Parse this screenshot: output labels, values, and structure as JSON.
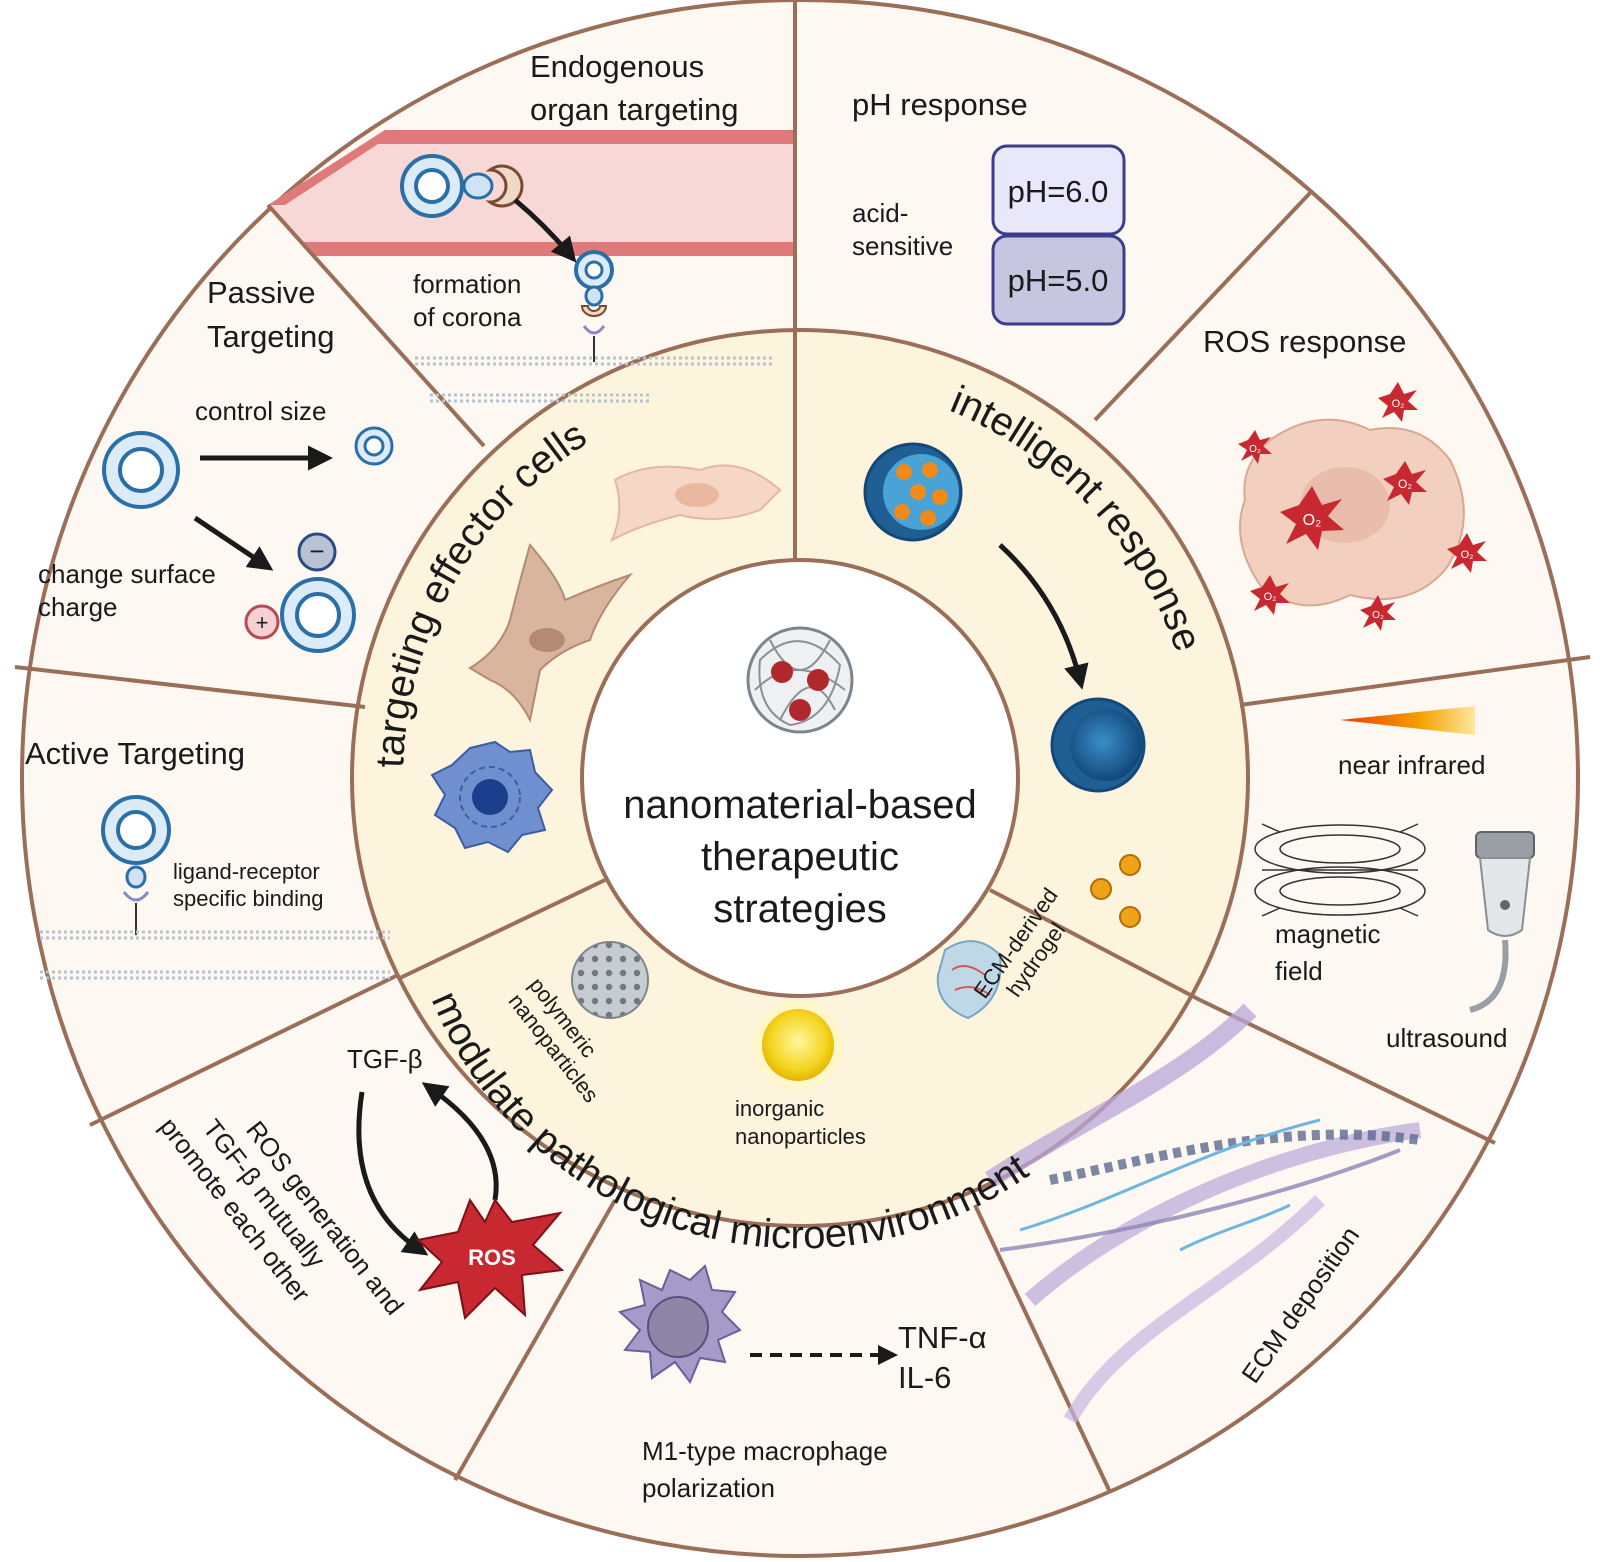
{
  "center": {
    "line1": "nanomaterial-based",
    "line2": "therapeutic",
    "line3": "strategies"
  },
  "ring": {
    "left": "targeting effector cells",
    "right": "intelligent response",
    "bottom": "modulate pathological microenvironment"
  },
  "inner_bottom": {
    "polymeric_1": "polymeric",
    "polymeric_2": "nanoparticles",
    "inorganic_1": "inorganic",
    "inorganic_2": "nanoparticles",
    "ecm_1": "ECM-derived",
    "ecm_2": "hydrogel"
  },
  "segments": {
    "endogenous": {
      "title1": "Endogenous",
      "title2": "organ targeting",
      "note1": "formation",
      "note2": "of corona"
    },
    "passive": {
      "title1": "Passive",
      "title2": "Targeting",
      "size": "control size",
      "charge1": "change surface",
      "charge2": "charge",
      "minus": "−",
      "plus": "+"
    },
    "active": {
      "title": "Active Targeting",
      "note1": "ligand-receptor",
      "note2": "specific binding"
    },
    "ph": {
      "title": "pH response",
      "acid1": "acid-",
      "acid2": "sensitive",
      "ph6": "pH=6.0",
      "ph5": "pH=5.0"
    },
    "ros": {
      "title": "ROS response",
      "o2": "O₂"
    },
    "external": {
      "nir": "near infrared",
      "mag1": "magnetic",
      "mag2": "field",
      "us": "ultrasound"
    },
    "ecm": {
      "title": "ECM deposition"
    },
    "macrophage": {
      "tnf": "TNF-α",
      "il6": "IL-6",
      "label1": "M1-type macrophage",
      "label2": "polarization"
    },
    "tgf": {
      "tgf": "TGF-β",
      "ros": "ROS",
      "l1": "ROS generation and",
      "l2": "TGF-β mutually",
      "l3": "promote each other"
    }
  },
  "colors": {
    "segment_bg": "#fdf8f1",
    "inner_bg": "#fdf4de",
    "divider": "#9a6e58",
    "nanoparticle_blue": "#2a6fa8",
    "ros_red": "#c8282f",
    "vessel_red": "#e07a7a"
  }
}
